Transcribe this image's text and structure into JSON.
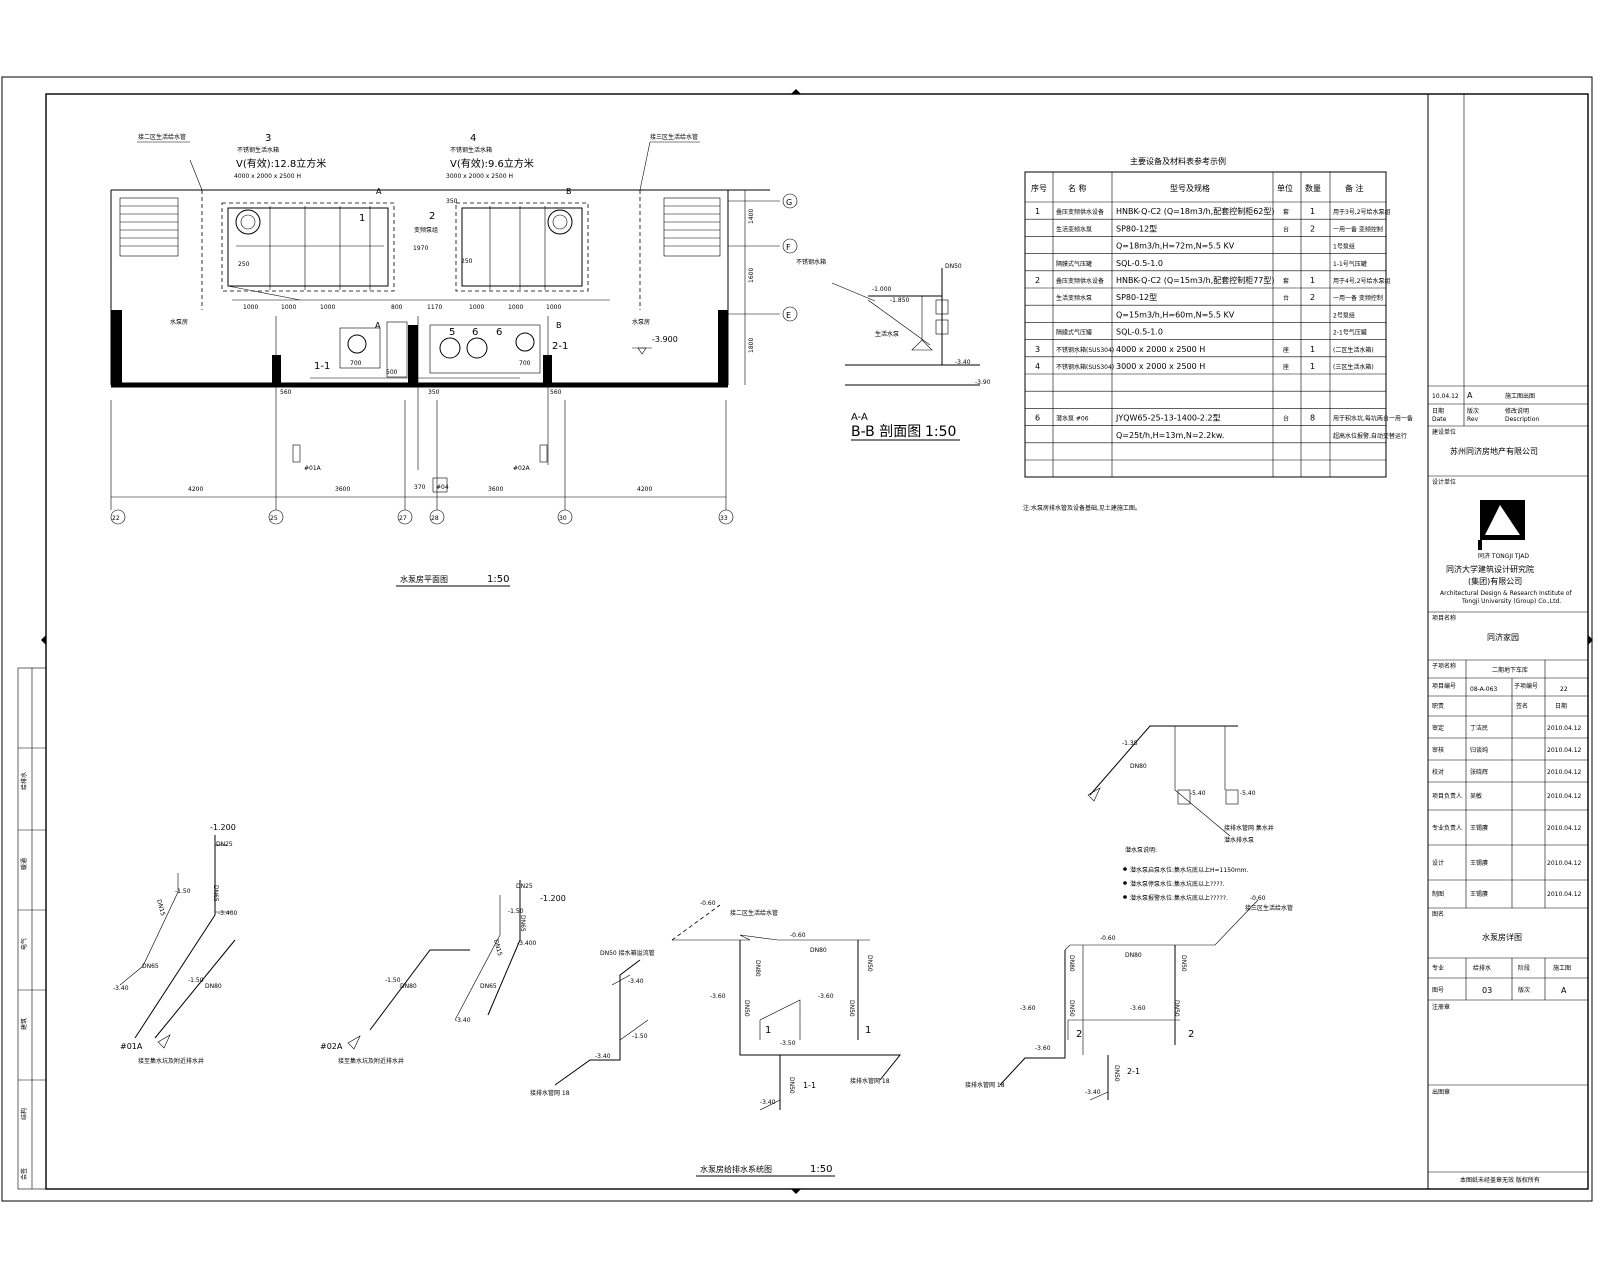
{
  "plan": {
    "title": "水泵房平面图",
    "scale": "1:50",
    "tank3": {
      "no": "3",
      "name": "不锈钢生活水箱",
      "volume": "V(有效):12.8立方米",
      "size": "4000 x 2000 x 2500 H"
    },
    "tank4": {
      "no": "4",
      "name": "不锈钢生活水箱",
      "volume": "V(有效):9.6立方米",
      "size": "3000 x 2000 x 2500 H"
    },
    "left_note": "接二区生活给水管",
    "right_note": "接三区生活给水管",
    "room_label_left": "水泵房",
    "room_label_right": "水泵房",
    "level": "-3.900",
    "axis_rows": [
      "G",
      "F",
      "E"
    ],
    "axis_cols": [
      "22",
      "25",
      "27",
      "28",
      "30",
      "33"
    ],
    "col_dims": [
      "4200",
      "3600",
      "370",
      "3600",
      "4200"
    ],
    "row_dims": [
      "1400",
      "1600",
      "1800"
    ],
    "tank_dims": [
      "1000",
      "1000",
      "1000",
      "800",
      "1170",
      "1000",
      "1000",
      "1000"
    ],
    "misc_dims": [
      "1970",
      "700",
      "700",
      "560",
      "350",
      "560",
      "350",
      "250",
      "250",
      "500"
    ],
    "section_marks": [
      "A",
      "B",
      "A",
      "B"
    ],
    "numbers": [
      "1",
      "2",
      "5",
      "6",
      "6",
      "1-1",
      "2-1"
    ],
    "pump_label": "变频泵组",
    "riser_labels": [
      "#01A",
      "#02A",
      "#04"
    ]
  },
  "section": {
    "title": "A-A\nB-B 剖面图",
    "title_a": "A-A",
    "title_b": "B-B 剖面图",
    "scale": "1:50",
    "tank_label": "不锈钢水箱",
    "dn": "DN50",
    "levels": [
      "-1.000",
      "-1.850",
      "-3.40",
      "-3.90"
    ],
    "pump_label": "生活水泵"
  },
  "table": {
    "title": "主要设备及材料表参考示例",
    "headers": [
      "序号",
      "名 称",
      "型号及规格",
      "单位",
      "数量",
      "备 注"
    ],
    "rows": [
      {
        "no": "1",
        "name": "叠压变频供水设备",
        "spec": "HNBK-Q-C2 (Q=18m3/h,配套控制柜62型)",
        "unit": "套",
        "qty": "1",
        "note": "用于3号,2号给水泵组"
      },
      {
        "no": "",
        "name": "生活变频水泵",
        "spec": "SP80-12型",
        "unit": "台",
        "qty": "2",
        "note": "一用一备 变频控制"
      },
      {
        "no": "",
        "name": "",
        "spec": "Q=18m3/h,H=72m,N=5.5 KV",
        "unit": "",
        "qty": "",
        "note": "1号泵组"
      },
      {
        "no": "",
        "name": "隔膜式气压罐",
        "spec": "SQL-0.5-1.0",
        "unit": "",
        "qty": "",
        "note": "1-1号气压罐"
      },
      {
        "no": "2",
        "name": "叠压变频供水设备",
        "spec": "HNBK-Q-C2 (Q=15m3/h,配套控制柜77型)",
        "unit": "套",
        "qty": "1",
        "note": "用于4号,2号给水泵组"
      },
      {
        "no": "",
        "name": "生活变频水泵",
        "spec": "SP80-12型",
        "unit": "台",
        "qty": "2",
        "note": "一用一备 变频控制"
      },
      {
        "no": "",
        "name": "",
        "spec": "Q=15m3/h,H=60m,N=5.5 KV",
        "unit": "",
        "qty": "",
        "note": "2号泵组"
      },
      {
        "no": "",
        "name": "隔膜式气压罐",
        "spec": "SQL-0.5-1.0",
        "unit": "",
        "qty": "",
        "note": "2-1号气压罐"
      },
      {
        "no": "3",
        "name": "不锈钢水箱(SUS304)",
        "spec": "4000 x 2000 x 2500 H",
        "unit": "座",
        "qty": "1",
        "note": "(二区生活水箱)"
      },
      {
        "no": "4",
        "name": "不锈钢水箱(SUS304)",
        "spec": "3000 x 2000 x 2500 H",
        "unit": "座",
        "qty": "1",
        "note": "(三区生活水箱)"
      },
      {
        "no": "",
        "name": "",
        "spec": "",
        "unit": "",
        "qty": "",
        "note": ""
      },
      {
        "no": "",
        "name": "",
        "spec": "",
        "unit": "",
        "qty": "",
        "note": ""
      },
      {
        "no": "6",
        "name": "潜水泵 #06",
        "spec": "JYQW65-25-13-1400-2.2型",
        "unit": "台",
        "qty": "8",
        "note": "用于积水坑,每坑两台一用一备"
      },
      {
        "no": "",
        "name": "",
        "spec": "Q=25t/h,H=13m,N=2.2kw.",
        "unit": "",
        "qty": "",
        "note": "超高水位报警,自动交替运行"
      },
      {
        "no": "",
        "name": "",
        "spec": "",
        "unit": "",
        "qty": "",
        "note": ""
      },
      {
        "no": "",
        "name": "",
        "spec": "",
        "unit": "",
        "qty": "",
        "note": ""
      }
    ],
    "footnote": "注:水泵房排水管及设备基础,见土建施工图。"
  },
  "system": {
    "title": "水泵房给排水系统图",
    "scale": "1:50",
    "d1_label": "#01A",
    "d1_caption": "接至集水坑及附近排水井",
    "d1_levels": [
      "-1.200",
      "-1.50",
      "-3.400",
      "-3.40",
      "-1.50"
    ],
    "d1_dn": [
      "DN25",
      "DN65",
      "DN15",
      "DN65",
      "DN80"
    ],
    "d2_label": "#02A",
    "d2_caption": "接至集水坑及附近排水井",
    "d2_levels": [
      "-1.200",
      "-1.50",
      "-3.400",
      "-3.40",
      "-1.50"
    ],
    "d2_dn": [
      "DN25",
      "DN65",
      "DN15",
      "DN65",
      "DN80"
    ],
    "d3_label": "DN50 接水箱溢流管",
    "d3_levels": [
      "-3.40",
      "-3.40",
      "-1.50"
    ],
    "d3_caption": "接排水管网 18",
    "d4_top": "接二区生活给水管",
    "d4_levels": [
      "-0.60",
      "-0.60",
      "-3.60",
      "-3.50",
      "-3.60",
      "-3.40"
    ],
    "d4_dn": [
      "DN80",
      "DN80",
      "DN50",
      "DN50",
      "DN50",
      "DN50"
    ],
    "d4_marks": [
      "1",
      "1",
      "1-1"
    ],
    "d4_caption": "接排水管网 18",
    "d5_top": "接三区生活给水管",
    "d5_levels": [
      "-0.60",
      "-0.60",
      "-3.60",
      "-3.60",
      "-3.60",
      "-3.40"
    ],
    "d5_dn": [
      "DN80",
      "DN80",
      "DN50",
      "DN50",
      "DN50",
      "DN50"
    ],
    "d5_marks": [
      "2",
      "2",
      "2-1"
    ],
    "d5_caption": "接排水管网 18",
    "d6_levels": [
      "-1.35",
      "-5.40",
      "-5.40"
    ],
    "d6_dn": [
      "DN80"
    ],
    "d6_caption": "接排水管网 集水井",
    "d6_caption2": "潜水排水泵",
    "notes_title": "潜水泵说明:",
    "notes": [
      "潜水泵启泵水位:集水坑底以上H=1150mm.",
      "潜水泵停泵水位:集水坑底以上????.",
      "潜水泵报警水位:集水坑底以上?????."
    ]
  },
  "titleblock": {
    "rev_date": "10.04.12",
    "rev": "A",
    "rev_desc": "施工图出图",
    "rev_hdr": [
      "日期",
      "版次",
      "修改说明"
    ],
    "rev_hdr_en": [
      "Date",
      "Rev",
      "Description"
    ],
    "client_lbl": "建设单位",
    "client": "苏州同济房地产有限公司",
    "designer_lbl": "设计单位",
    "logo_text": "同济 TONGJI TJAD",
    "institute_cn1": "同济大学建筑设计研究院",
    "institute_cn2": "(集团)有限公司",
    "institute_en1": "Architectural Design & Research Institute of",
    "institute_en2": "Tongji University (Group) Co.,Ltd.",
    "project_lbl": "项目名称",
    "project": "同济家园",
    "subproject_lbl": "子项名称",
    "subproject": "二期地下车库",
    "project_no_lbl": "项目编号",
    "project_no": "08-A-063",
    "subproject_no_lbl": "子项编号",
    "subproject_no": "22",
    "resp_hdr": [
      "职责",
      "签名",
      "日期"
    ],
    "staff": [
      {
        "role": "审定",
        "name": "丁洁民",
        "date": "2010.04.12"
      },
      {
        "role": "审核",
        "name": "归谈纯",
        "date": "2010.04.12"
      },
      {
        "role": "校对",
        "name": "张晓辉",
        "date": "2010.04.12"
      },
      {
        "role": "项目负责人",
        "name": "吴敏",
        "date": "2010.04.12"
      },
      {
        "role": "专业负责人",
        "name": "王锡赓",
        "date": "2010.04.12"
      },
      {
        "role": "设计",
        "name": "王锡赓",
        "date": "2010.04.12"
      },
      {
        "role": "制图",
        "name": "王锡赓",
        "date": "2010.04.12"
      }
    ],
    "sheet_title_lbl": "图名",
    "sheet_title": "水泵房详图",
    "discipline_lbl": "专业",
    "discipline": "给排水",
    "stage_lbl": "阶段",
    "stage": "施工图",
    "sheet_no_lbl": "图号",
    "sheet_no": "03",
    "rev_lbl": "版次",
    "rev_val": "A",
    "stamp_lbl": "注册章",
    "stamp2_lbl": "出图章",
    "footer": "本图纸未经盖章无效 版权所有"
  },
  "sidebar": {
    "labels": [
      "给排水",
      "暖通",
      "电气",
      "建筑",
      "结构",
      "会签"
    ]
  }
}
